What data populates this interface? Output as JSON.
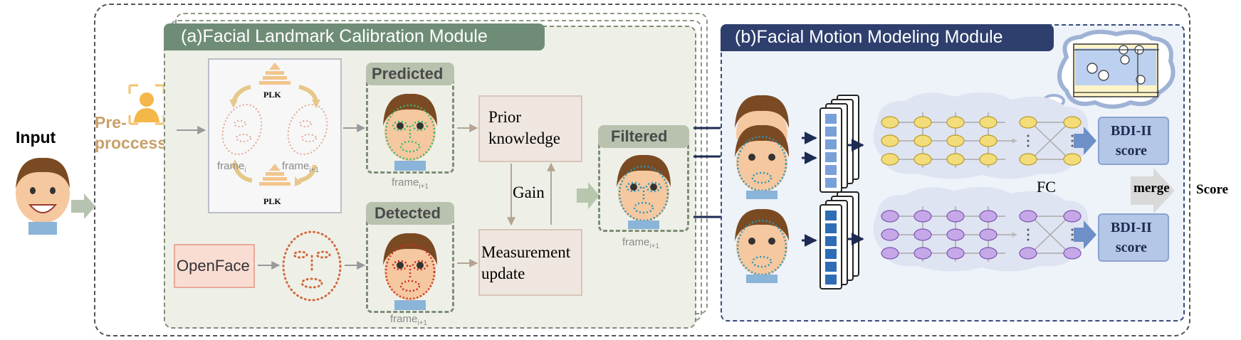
{
  "input_label": "Input",
  "preprocess_label": "Pre-\nproccess",
  "module_a": {
    "title": "(a)Facial Landmark Calibration Module",
    "plk_top": "PLK",
    "plk_bottom": "PLK",
    "frame_i": "frame",
    "frame_i_sub": "i",
    "frame_i1": "frame",
    "frame_i1_sub": "i+1",
    "predicted_label": "Predicted",
    "detected_label": "Detected",
    "predicted_frame": "frame",
    "predicted_frame_sub": "i+1",
    "detected_frame": "frame",
    "detected_frame_sub": "i+1",
    "openface_label": "OpenFace",
    "prior_knowledge": "Prior\nknowledge",
    "gain_label": "Gain",
    "measurement_update": "Measurement\nupdate",
    "filtered_label": "Filtered",
    "filtered_frame": "frame",
    "filtered_frame_sub": "i+1"
  },
  "module_b": {
    "title": "(b)Facial Motion Modeling Module",
    "fc_label": "FC",
    "score_top": "BDI-II\nscore",
    "score_bottom": "BDI-II\nscore",
    "merge_label": "merge",
    "score_label": "Score"
  },
  "colors": {
    "module_a_header": "#6f8d76",
    "module_b_header": "#2e3f6e",
    "module_a_bg": "#eef0e8",
    "module_b_bg": "#eef2f9",
    "score_box": "#b5c7e6",
    "yellow_node": "#f3dd7a",
    "purple_node": "#c6a8e8",
    "preprocess_text": "#c8a06a",
    "openface_box": "#f9ddd3"
  }
}
